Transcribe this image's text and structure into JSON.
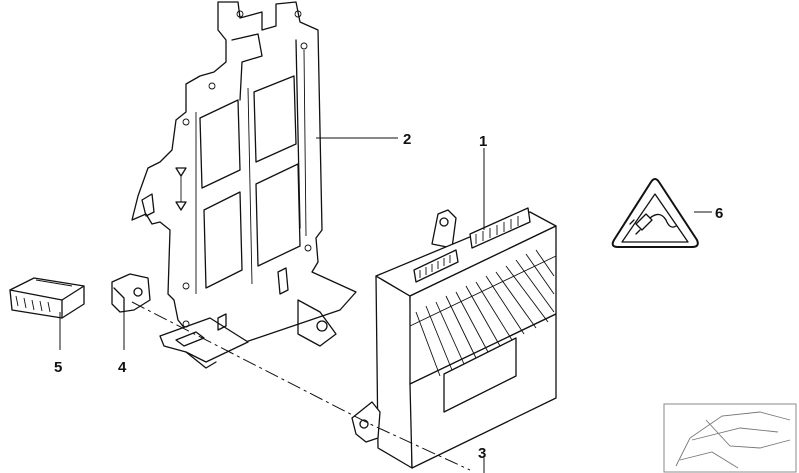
{
  "callouts": [
    {
      "id": "1",
      "label": "1"
    },
    {
      "id": "2",
      "label": "2"
    },
    {
      "id": "3",
      "label": "3"
    },
    {
      "id": "4",
      "label": "4"
    },
    {
      "id": "5",
      "label": "5"
    },
    {
      "id": "6",
      "label": "6"
    }
  ],
  "icons": {
    "warning_symbol": "electrostatic-warning-icon",
    "vehicle_thumbnail": "vehicle-location-icon"
  }
}
